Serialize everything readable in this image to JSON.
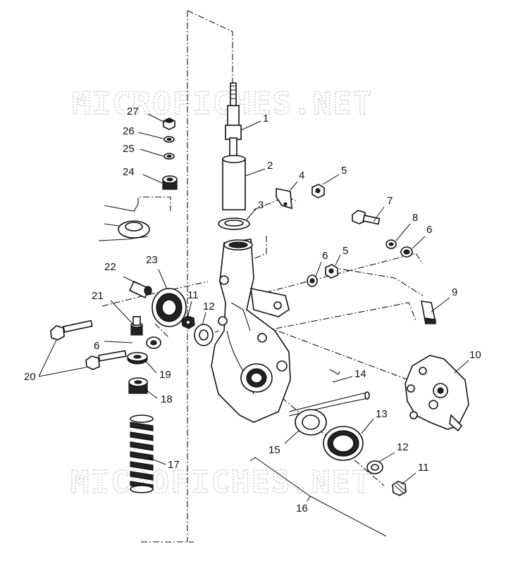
{
  "watermark": "MICROFICHES.NET",
  "callouts": [
    "1",
    "2",
    "3",
    "4",
    "5",
    "5",
    "6",
    "6",
    "6",
    "7",
    "8",
    "9",
    "10",
    "11",
    "11",
    "12",
    "12",
    "13",
    "14",
    "15",
    "16",
    "17",
    "18",
    "19",
    "20",
    "21",
    "22",
    "23",
    "24",
    "25",
    "26",
    "27"
  ],
  "labels": {
    "l1": "1",
    "l2": "2",
    "l3": "3",
    "l4": "4",
    "l5a": "5",
    "l5b": "5",
    "l6a": "6",
    "l6b": "6",
    "l6c": "6",
    "l7": "7",
    "l8": "8",
    "l9": "9",
    "l10": "10",
    "l11a": "11",
    "l11b": "11",
    "l12a": "12",
    "l12b": "12",
    "l13": "13",
    "l14": "14",
    "l15": "15",
    "l16": "16",
    "l17": "17",
    "l18": "18",
    "l19": "19",
    "l20": "20",
    "l21": "21",
    "l22": "22",
    "l23": "23",
    "l24": "24",
    "l25": "25",
    "l26": "26",
    "l27": "27"
  }
}
